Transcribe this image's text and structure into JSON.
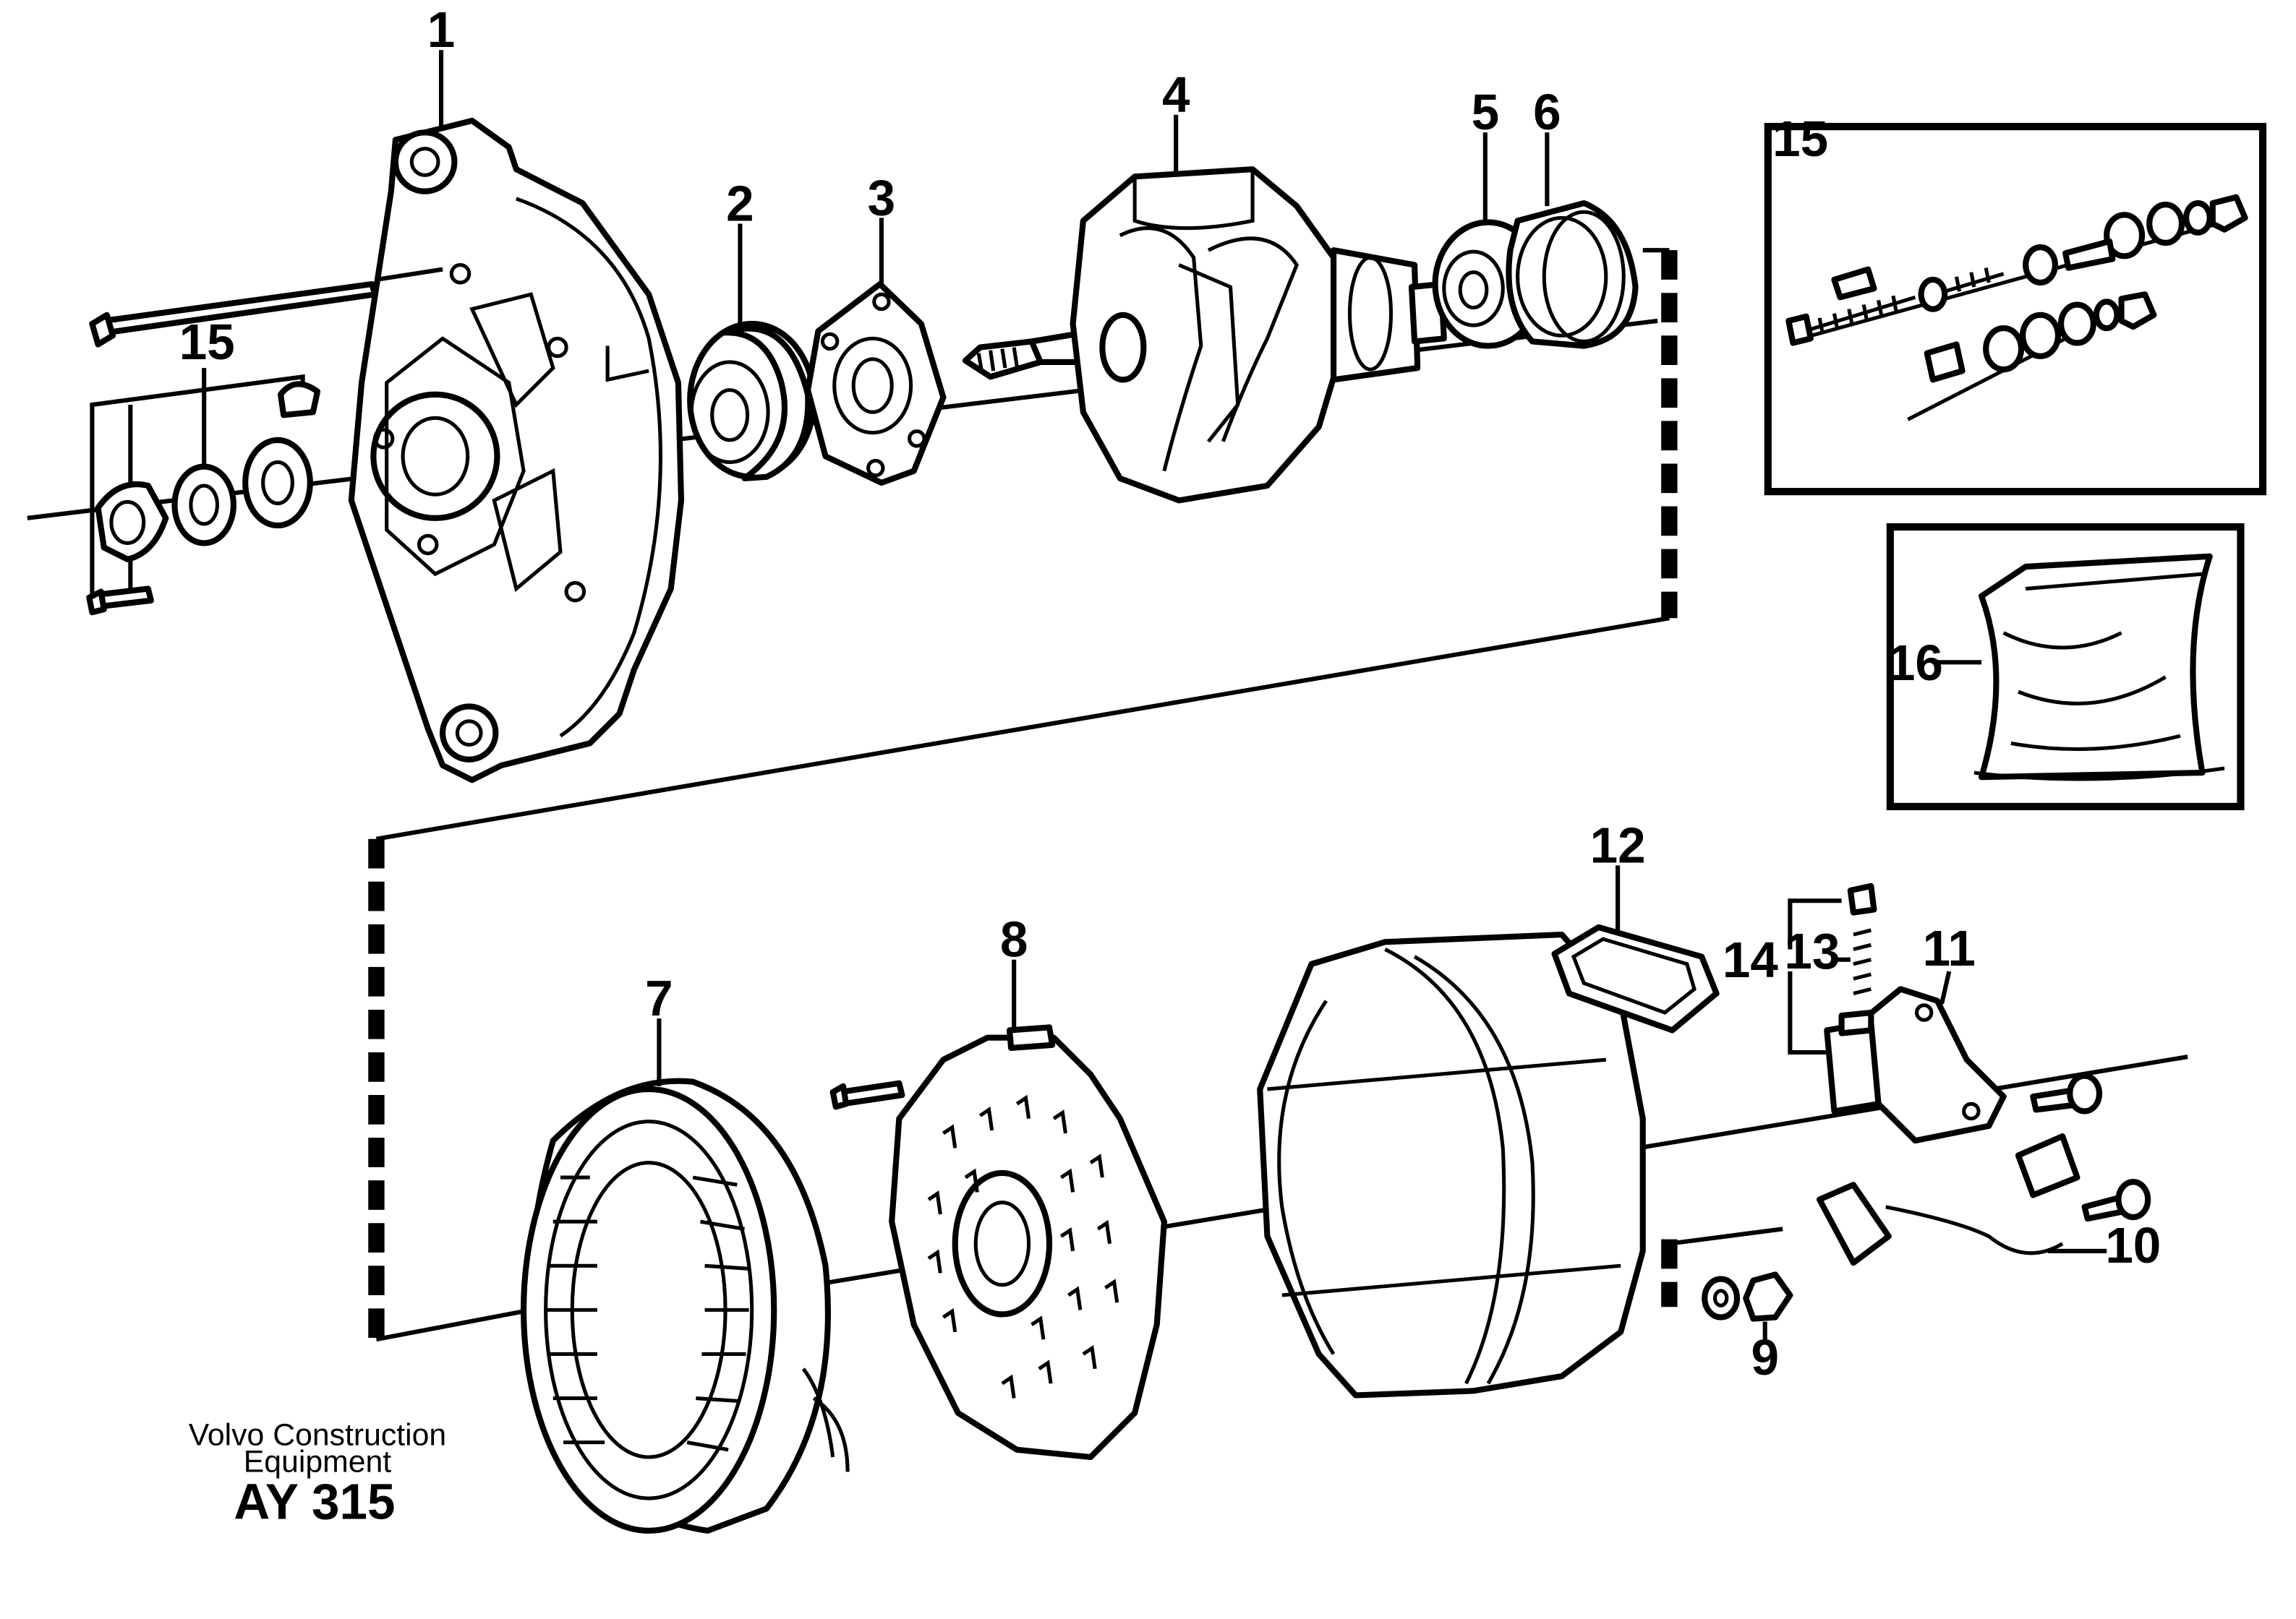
{
  "labels": {
    "l1": "1",
    "l2": "2",
    "l3": "3",
    "l4": "4",
    "l5": "5",
    "l6": "6",
    "l7": "7",
    "l8": "8",
    "l9": "9",
    "l10": "10",
    "l11": "11",
    "l12": "12",
    "l13": "13",
    "l14": "14",
    "l15": "15",
    "l15_inset": "15",
    "l16": "16"
  },
  "credit": {
    "line1": "Volvo Construction",
    "line2": "Equipment",
    "code": "AY 315"
  }
}
